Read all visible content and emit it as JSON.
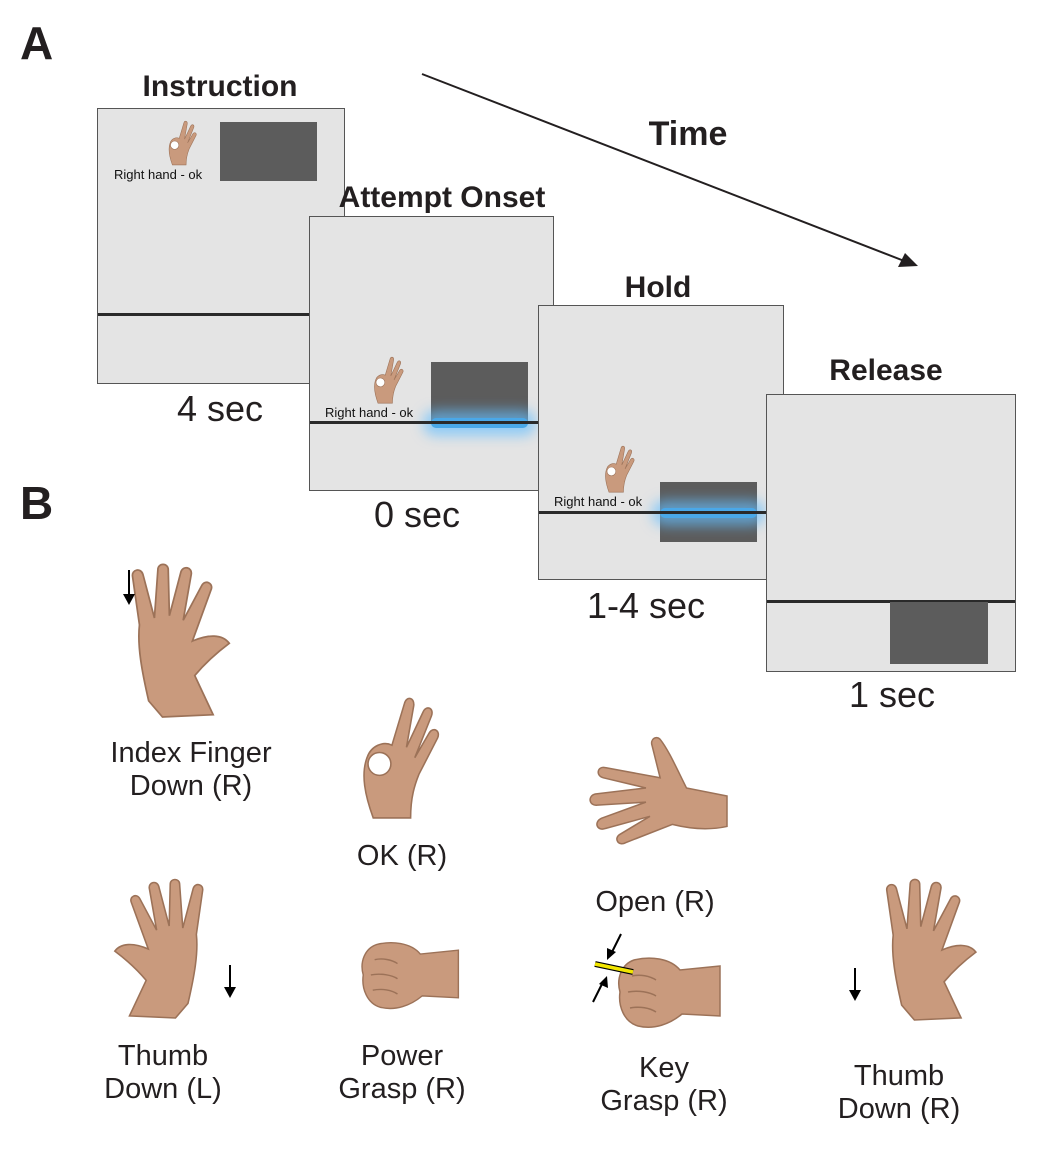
{
  "panel_a": {
    "letter": "A",
    "time_axis_label": "Time",
    "cue_text": "Right hand - ok",
    "stages": [
      {
        "title": "Instruction",
        "duration": "4 sec"
      },
      {
        "title": "Attempt Onset",
        "duration": "0 sec"
      },
      {
        "title": "Hold",
        "duration": "1-4 sec"
      },
      {
        "title": "Release",
        "duration": "1 sec"
      }
    ]
  },
  "panel_b": {
    "letter": "B",
    "gestures": [
      {
        "line1": "Index Finger",
        "line2": "Down (R)",
        "icon": "index-finger-down-hand-icon"
      },
      {
        "line1": "OK (R)",
        "line2": "",
        "icon": "ok-hand-icon"
      },
      {
        "line1": "Open (R)",
        "line2": "",
        "icon": "open-hand-icon"
      },
      {
        "line1": "Thumb",
        "line2": "Down (L)",
        "icon": "thumb-down-left-hand-icon"
      },
      {
        "line1": "Power",
        "line2": "Grasp (R)",
        "icon": "power-grasp-fist-icon"
      },
      {
        "line1": "Key",
        "line2": "Grasp (R)",
        "icon": "key-grasp-hand-icon"
      },
      {
        "line1": "Thumb",
        "line2": "Down (R)",
        "icon": "thumb-down-right-hand-icon"
      }
    ]
  },
  "colors": {
    "screen_bg": "#e4e4e4",
    "target": "#5c5c5c",
    "glow": "#4aa8e8",
    "skin": "#c99a7d",
    "key_object": "#f2e600"
  }
}
